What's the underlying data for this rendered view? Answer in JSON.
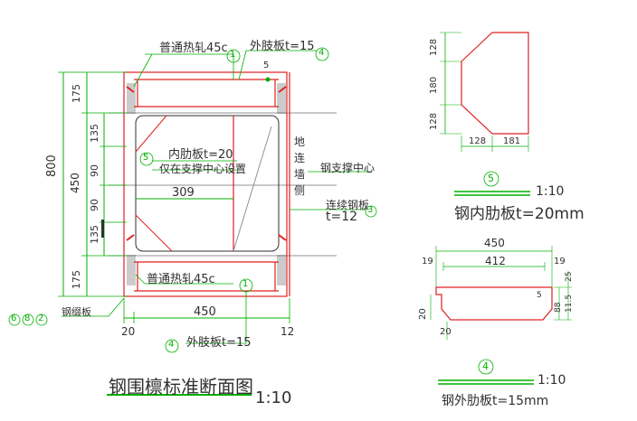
{
  "main_view": {
    "dimensions_left": {
      "total": "800",
      "middle": "450",
      "parts": [
        "175",
        "135",
        "90",
        "90",
        "135",
        "175"
      ]
    },
    "labels": {
      "channel_top": "普通热轧45c",
      "channel_bottom": "普通热轧45c",
      "outer_plate_top": "外肢板t=15",
      "outer_plate_bottom": "外肢板t=15",
      "inner_rib": "内肋板t=20",
      "inner_rib_note": "仅在支撑中心设置",
      "dim_309": "309",
      "wall_label": [
        "地",
        "连",
        "墙",
        "侧"
      ],
      "steel_support_center": "钢支撑中心",
      "continuous_plate": "连续钢板",
      "continuous_plate_t": "t=12",
      "steel_strip": "钢缀板",
      "dim_450_bottom": "450",
      "dim_20": "20",
      "dim_12": "12",
      "circle_ids": [
        "1",
        "4",
        "5",
        "1",
        "4",
        "6",
        "8",
        "2",
        "3"
      ],
      "small_mark": "5"
    },
    "title": "钢围檩标准断面图",
    "title_scale": "1:10"
  },
  "detail_5": {
    "dims_left": [
      "128",
      "180",
      "128"
    ],
    "dims_bottom": [
      "128",
      "181"
    ],
    "id": "5",
    "scale": "1:10",
    "caption": "钢内肋板t=20mm"
  },
  "detail_4": {
    "dim_450": "450",
    "dim_412": "412",
    "dim_19_left": "19",
    "dim_19_right": "19",
    "dims_right": [
      "25",
      "88",
      "11.5"
    ],
    "dim_20_left": "20",
    "dim_20_bottom": "20",
    "small_mark": "5",
    "id": "4",
    "scale": "1:10",
    "caption": "钢外肋板t=15mm"
  },
  "colors": {
    "red": "#e02020",
    "green": "#00b000",
    "dark": "#303030",
    "gray": "#909090",
    "blue": "#2030c0"
  }
}
